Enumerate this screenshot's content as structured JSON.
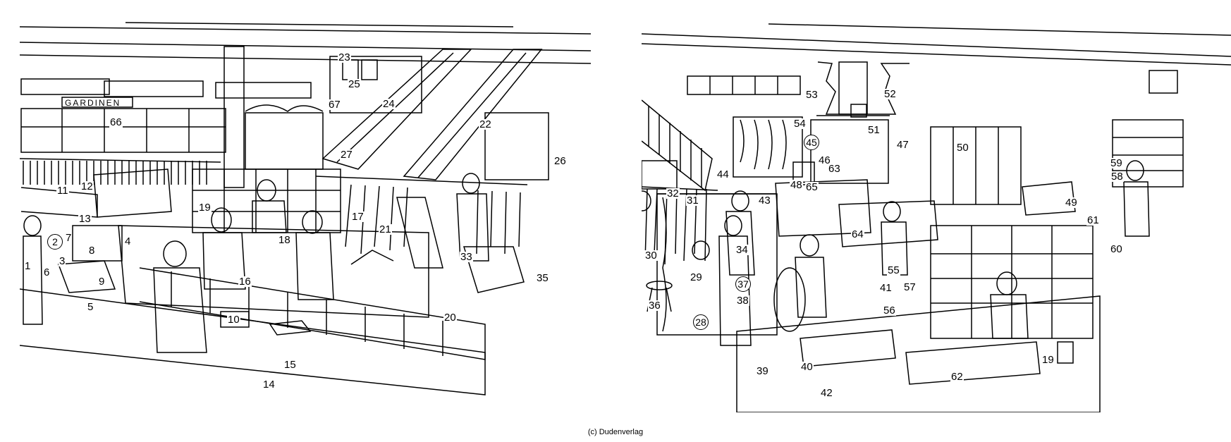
{
  "left_panel": {
    "sign_text": "GARDINEN",
    "labels": [
      "1",
      "2",
      "3",
      "4",
      "5",
      "6",
      "7",
      "8",
      "9",
      "10",
      "11",
      "12",
      "13",
      "14",
      "15",
      "16",
      "17",
      "18",
      "19",
      "20",
      "21",
      "22",
      "23",
      "24",
      "25",
      "26",
      "27",
      "33",
      "35",
      "66",
      "67"
    ]
  },
  "right_panel": {
    "labels": [
      "19",
      "28",
      "29",
      "30",
      "31",
      "32",
      "34",
      "36",
      "37",
      "38",
      "39",
      "40",
      "41",
      "42",
      "43",
      "44",
      "45",
      "46",
      "47",
      "48",
      "49",
      "50",
      "51",
      "52",
      "53",
      "54",
      "55",
      "56",
      "57",
      "58",
      "59",
      "60",
      "61",
      "62",
      "63",
      "64",
      "65"
    ]
  },
  "caption": "(c) Dudenverlag"
}
